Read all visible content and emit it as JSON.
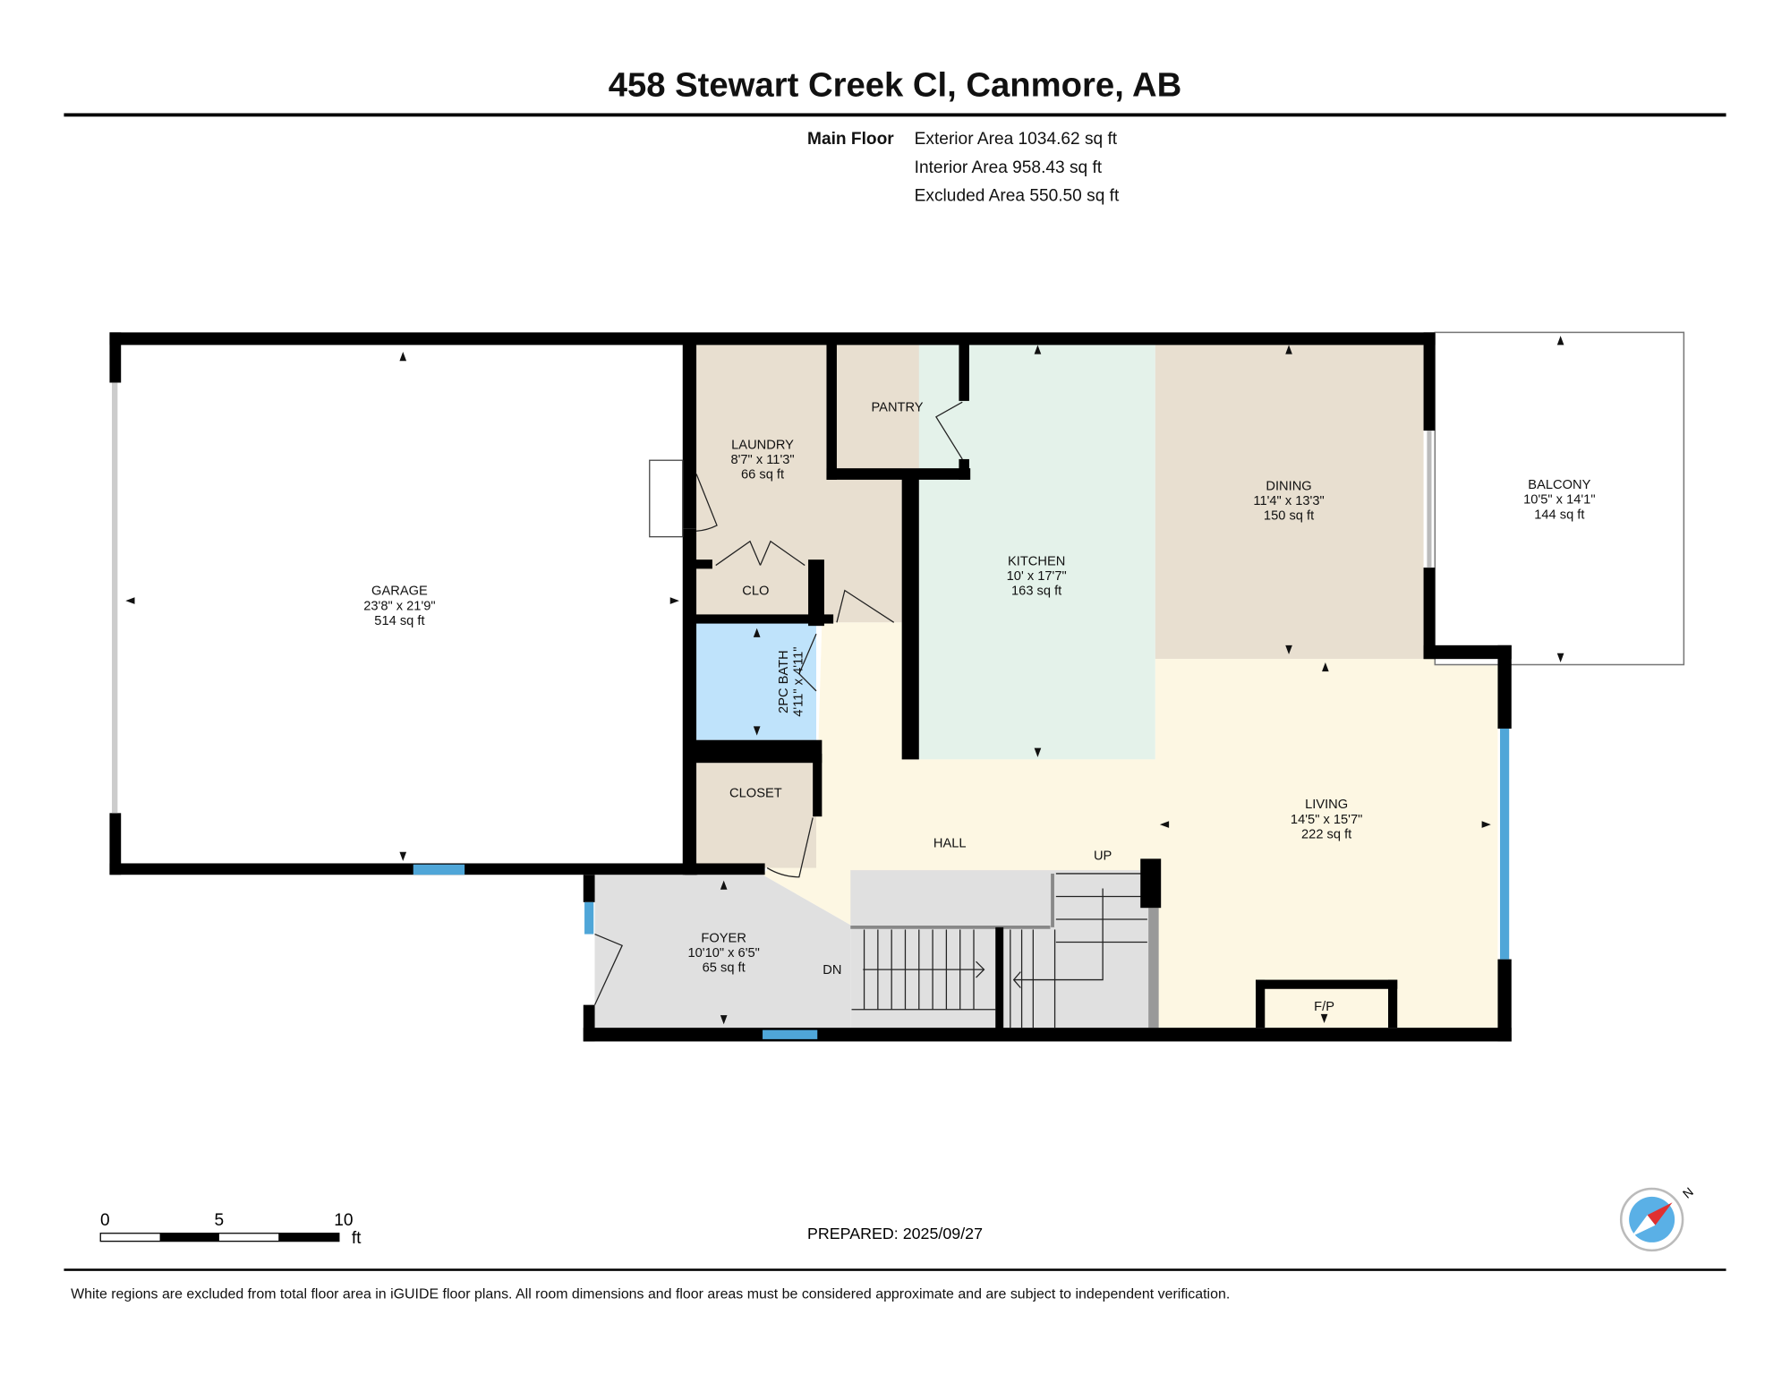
{
  "title": "458 Stewart Creek Cl, Canmore, AB",
  "floor": {
    "name": "Main Floor",
    "exterior_area": "Exterior Area 1034.62 sq ft",
    "interior_area": "Interior Area 958.43 sq ft",
    "excluded_area": "Excluded Area 550.50 sq ft"
  },
  "rooms": {
    "garage": {
      "name": "GARAGE",
      "dims": "23'8\" x 21'9\"",
      "area": "514 sq ft"
    },
    "laundry": {
      "name": "LAUNDRY",
      "dims": "8'7\" x 11'3\"",
      "area": "66 sq ft"
    },
    "pantry": {
      "name": "PANTRY"
    },
    "kitchen": {
      "name": "KITCHEN",
      "dims": "10' x 17'7\"",
      "area": "163 sq ft"
    },
    "dining": {
      "name": "DINING",
      "dims": "11'4\" x 13'3\"",
      "area": "150 sq ft"
    },
    "balcony": {
      "name": "BALCONY",
      "dims": "10'5\" x 14'1\"",
      "area": "144 sq ft"
    },
    "clo": {
      "name": "CLO"
    },
    "bath": {
      "name": "2PC BATH",
      "dims": "4'11\" x 4'11\""
    },
    "closet": {
      "name": "CLOSET"
    },
    "hall": {
      "name": "HALL"
    },
    "living": {
      "name": "LIVING",
      "dims": "14'5\" x 15'7\"",
      "area": "222 sq ft"
    },
    "foyer": {
      "name": "FOYER",
      "dims": "10'10\" x 6'5\"",
      "area": "65 sq ft"
    },
    "fireplace": {
      "name": "F/P"
    }
  },
  "stairs": {
    "up": "UP",
    "down": "DN"
  },
  "scale_bar": {
    "ticks": [
      "0",
      "5",
      "10"
    ],
    "unit": "ft"
  },
  "compass": {
    "north": "N"
  },
  "prepared": "PREPARED: 2025/09/27",
  "disclaimer": "White regions are excluded from total floor area in iGUIDE floor plans. All room dimensions and floor areas must be considered approximate and are subject to independent verification.",
  "colors": {
    "beige": "#e8dfd0",
    "kitchen": "#e4f2ea",
    "living": "#fdf7e3",
    "bath": "#bfe3fb",
    "foyer": "#e0e0e0",
    "window": "#4fa6d8"
  }
}
